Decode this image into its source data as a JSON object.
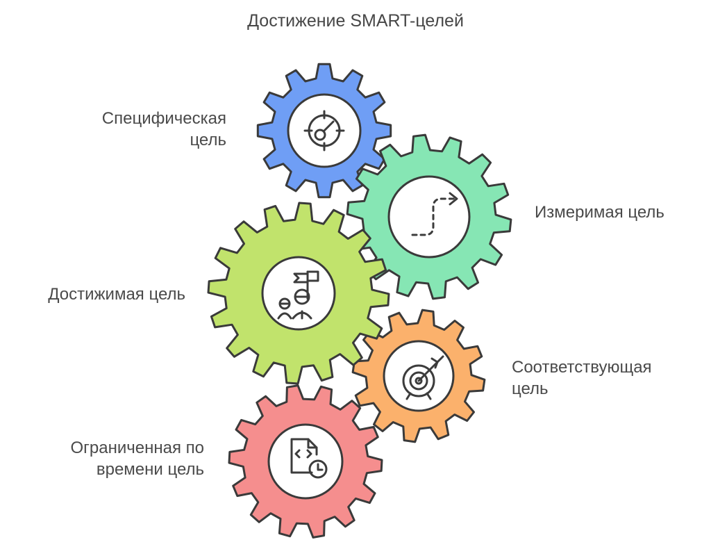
{
  "title": "Достижение SMART-целей",
  "gears": [
    {
      "id": "specific",
      "label_lines": [
        "Специфическая",
        "цель"
      ],
      "color": "#6f9ef5",
      "icon": "target-dial-icon"
    },
    {
      "id": "measurable",
      "label_lines": [
        "Измеримая цель"
      ],
      "color": "#86e6b4",
      "icon": "path-arrow-icon"
    },
    {
      "id": "achievable",
      "label_lines": [
        "Достижимая цель"
      ],
      "color": "#c1e36c",
      "icon": "team-flag-icon"
    },
    {
      "id": "relevant",
      "label_lines": [
        "Соответствующая",
        "цель"
      ],
      "color": "#fbb16c",
      "icon": "dartboard-icon"
    },
    {
      "id": "timebound",
      "label_lines": [
        "Ограниченная по",
        "времени цель"
      ],
      "color": "#f58e8e",
      "icon": "document-clock-icon"
    }
  ]
}
